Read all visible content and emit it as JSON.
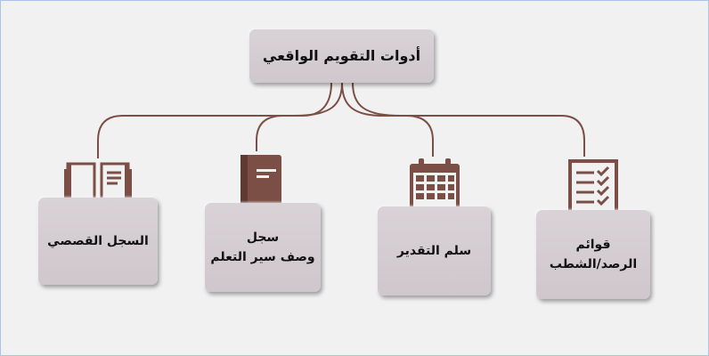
{
  "root": {
    "label": "أدوات التقويم الواقعي"
  },
  "children": [
    {
      "lines": [
        "السجل القصصي"
      ],
      "icon": "open-book-icon"
    },
    {
      "lines": [
        "سجل",
        "وصف سير التعلم"
      ],
      "icon": "closed-book-icon"
    },
    {
      "lines": [
        "سلم التقدير"
      ],
      "icon": "calendar-grid-icon"
    },
    {
      "lines": [
        "قوائم",
        "الرصد/الشطب"
      ],
      "icon": "checklist-icon"
    }
  ],
  "colors": {
    "background": "#f1f1f1",
    "box_fill": "#d3cbcf",
    "icon_brown": "#7b4f46",
    "connector": "#7b4f46"
  }
}
